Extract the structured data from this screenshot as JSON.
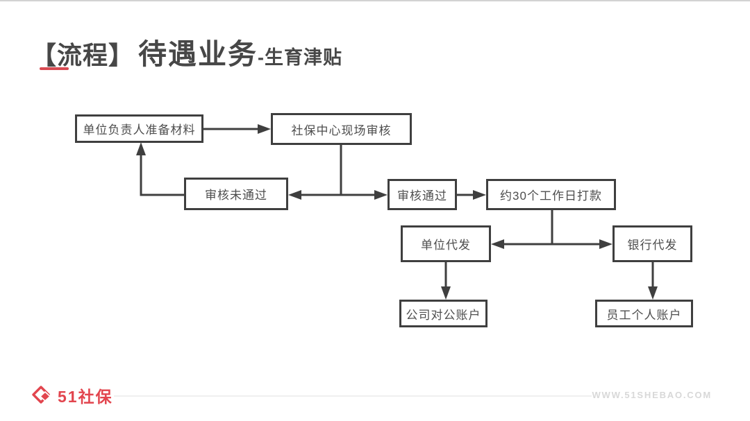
{
  "header": {
    "bracket": "【流程】",
    "title": "待遇业务",
    "subtitle": "-生育津贴"
  },
  "colors": {
    "accent_red": "#d84a52",
    "logo_red": "#e2454e",
    "line_dark": "#3f3f3f",
    "box_text": "#4d4d4d",
    "url_gray": "#d8d8d8"
  },
  "flowchart": {
    "nodes": [
      {
        "id": "prepare",
        "label": "单位负责人准备材料"
      },
      {
        "id": "onsite-review",
        "label": "社保中心现场审核"
      },
      {
        "id": "review-fail",
        "label": "审核未通过"
      },
      {
        "id": "review-pass",
        "label": "审核通过"
      },
      {
        "id": "payment-30d",
        "label": "约30个工作日打款"
      },
      {
        "id": "via-company",
        "label": "单位代发"
      },
      {
        "id": "via-bank",
        "label": "银行代发"
      },
      {
        "id": "corp-account",
        "label": "公司对公账户"
      },
      {
        "id": "personal-account",
        "label": "员工个人账户"
      }
    ],
    "edges": [
      {
        "from": "单位负责人准备材料",
        "to": "社保中心现场审核"
      },
      {
        "from": "社保中心现场审核",
        "to": "审核未通过"
      },
      {
        "from": "社保中心现场审核",
        "to": "审核通过"
      },
      {
        "from": "审核未通过",
        "to": "单位负责人准备材料"
      },
      {
        "from": "审核通过",
        "to": "约30个工作日打款"
      },
      {
        "from": "约30个工作日打款",
        "to": "单位代发"
      },
      {
        "from": "约30个工作日打款",
        "to": "银行代发"
      },
      {
        "from": "单位代发",
        "to": "公司对公账户"
      },
      {
        "from": "银行代发",
        "to": "员工个人账户"
      }
    ]
  },
  "footer": {
    "logo_text": "51社保",
    "website": "WWW.51SHEBAO.COM"
  }
}
